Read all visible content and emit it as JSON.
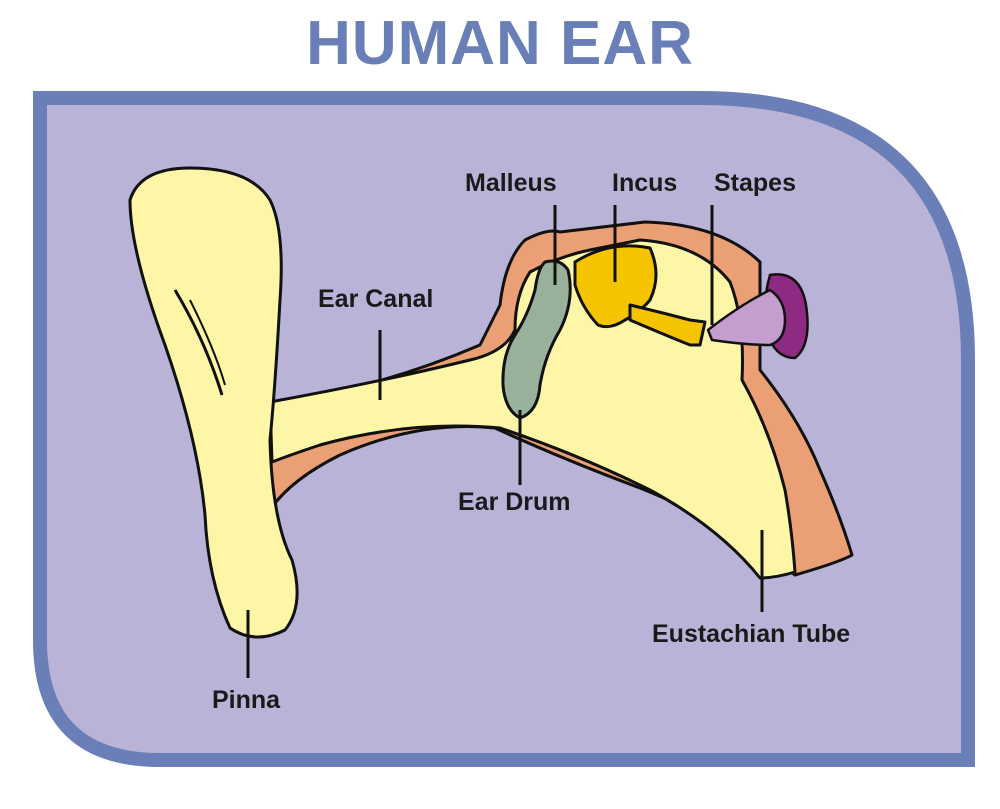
{
  "title": "HUMAN EAR",
  "colors": {
    "title": "#6a7fb8",
    "frame_border": "#6a7fb8",
    "frame_fill": "#b9b3d7",
    "pinna_fill": "#fdf6a6",
    "canal_wall": "#ea9f74",
    "ear_drum": "#99b09a",
    "incus": "#f5c400",
    "stapes": "#f5c400",
    "cochlea_inner": "#c59ed0",
    "cochlea_outer": "#8e2a82",
    "outline": "#111111"
  },
  "labels": {
    "malleus": "Malleus",
    "incus": "Incus",
    "stapes": "Stapes",
    "ear_canal": "Ear Canal",
    "ear_drum": "Ear Drum",
    "eustachian_tube": "Eustachian Tube",
    "pinna": "Pinna"
  }
}
